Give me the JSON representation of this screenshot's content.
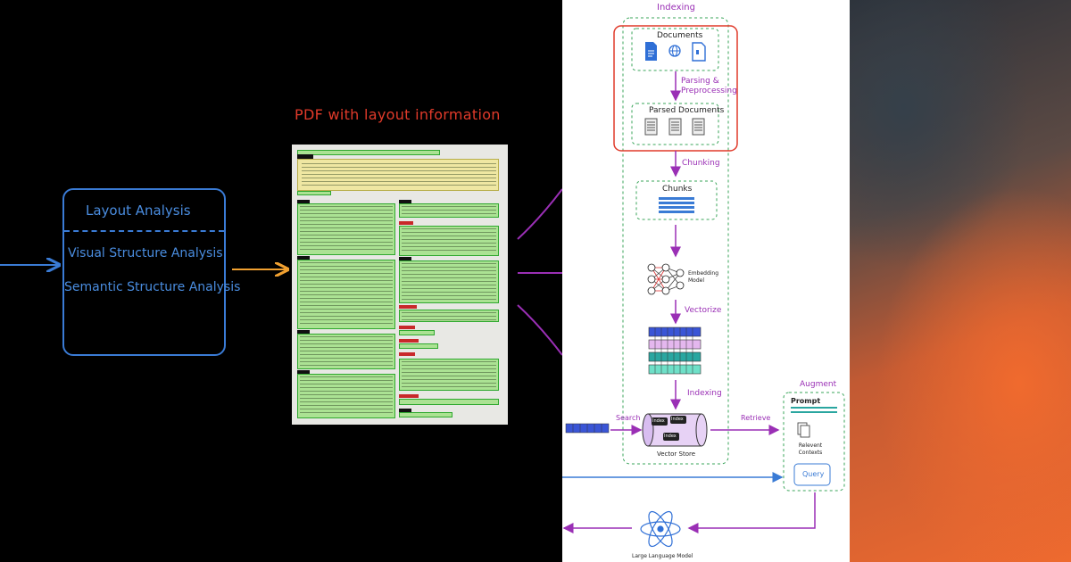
{
  "left": {
    "layout_analysis": "Layout Analysis",
    "visual_structure": "Visual Structure Analysis",
    "semantic_structure": "Semantic Structure Analysis",
    "pdf_title": "PDF with layout information"
  },
  "pipeline": {
    "indexing_title": "Indexing",
    "documents": "Documents",
    "parsing_step": "Parsing & Preprocessing",
    "parsed_documents": "Parsed Documents",
    "chunking_step": "Chunking",
    "chunks": "Chunks",
    "embedding_model": "Embedding Model",
    "vectorize_step": "Vectorize",
    "indexing_step": "Indexing",
    "vector_store": "Vector Store",
    "search": "Search",
    "retrieve": "Retrieve",
    "augment": "Augment",
    "prompt": "Prompt",
    "relevant_contexts": "Relevent Contexts",
    "query": "Query",
    "llm": "Large Language Model",
    "index_labels": [
      "Index",
      "Index",
      "Index"
    ]
  },
  "colors": {
    "blue": "#3a7bd5",
    "orange": "#f0a030",
    "red": "#e03a2a",
    "purple": "#9a2fb5",
    "green": "#3aa55a"
  }
}
